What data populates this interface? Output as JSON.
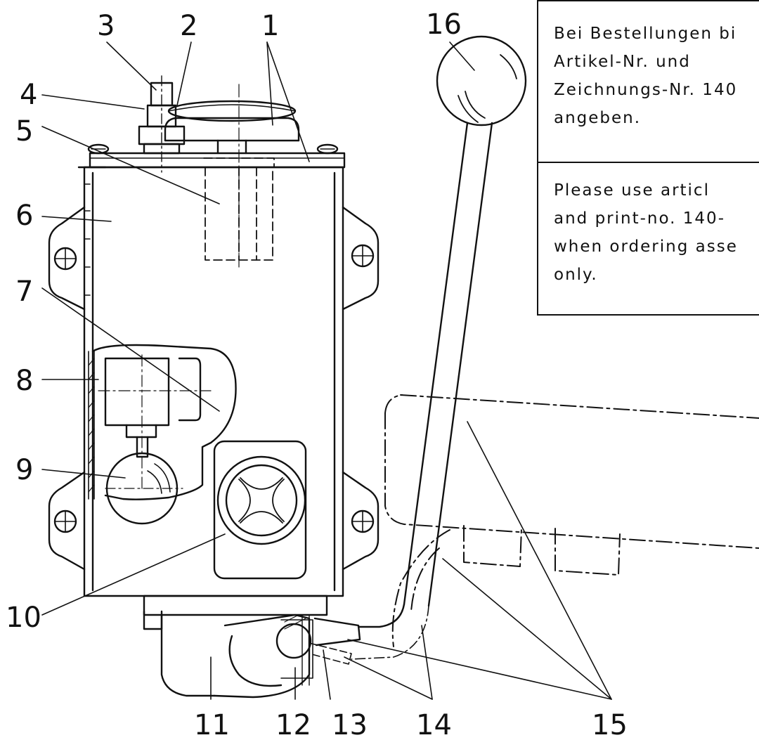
{
  "labels": {
    "l1": "1",
    "l2": "2",
    "l3": "3",
    "l4": "4",
    "l5": "5",
    "l6": "6",
    "l7": "7",
    "l8": "8",
    "l9": "9",
    "l10": "10",
    "l11": "11",
    "l12": "12",
    "l13": "13",
    "l14": "14",
    "l15": "15",
    "l16": "16"
  },
  "info": {
    "german": [
      "Bei Bestellungen bi",
      "Artikel-Nr. und",
      "Zeichnungs-Nr. 140",
      "angeben."
    ],
    "english": [
      "Please use articl",
      "and print-no. 140-",
      "when ordering asse",
      "only."
    ]
  }
}
